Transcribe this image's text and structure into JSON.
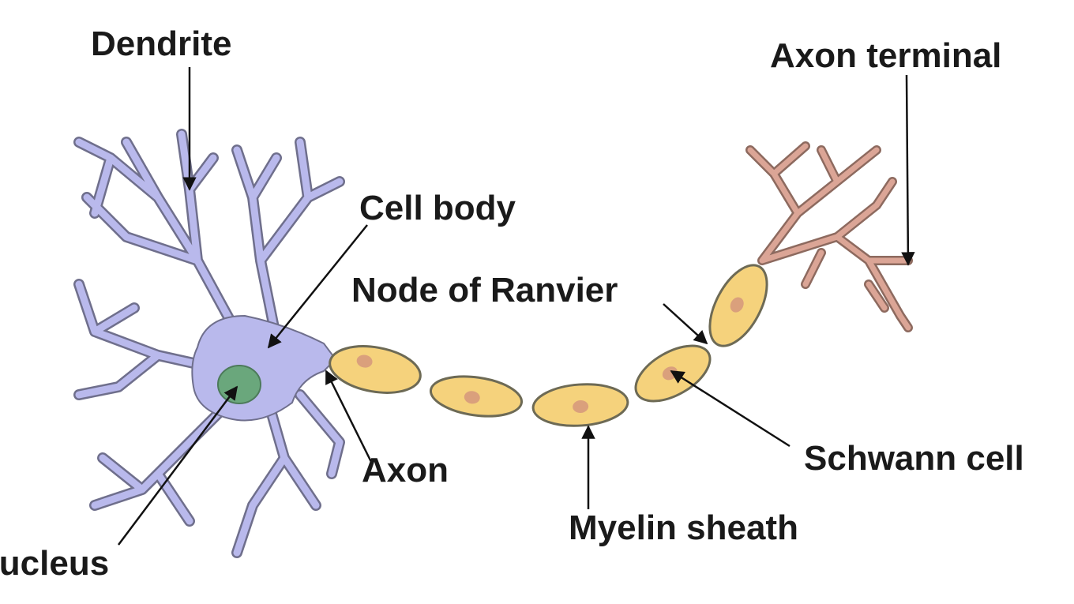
{
  "labels": {
    "dendrite": "Dendrite",
    "axon_terminal": "Axon terminal",
    "cell_body": "Cell body",
    "node_of_ranvier": "Node of Ranvier",
    "axon": "Axon",
    "schwann_cell": "Schwann cell",
    "myelin_sheath": "Myelin sheath",
    "nucleus": "Nucleus"
  },
  "colors": {
    "cell_body": "#b9b9ec",
    "myelin": "#f5d27c",
    "terminal": "#dba596",
    "nucleus": "#6aa77c"
  }
}
